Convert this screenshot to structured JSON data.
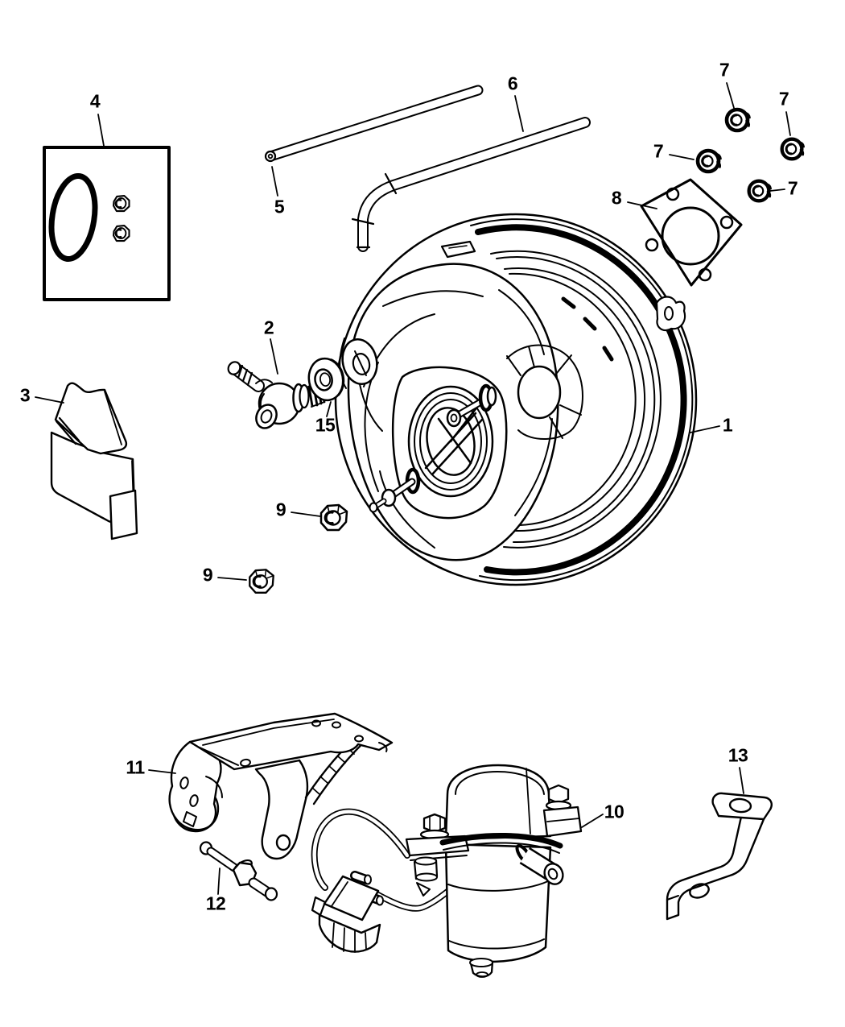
{
  "figure": {
    "type": "exploded-parts-diagram",
    "background_color": "#ffffff",
    "line_color": "#000000",
    "callouts": [
      {
        "text": "4"
      },
      {
        "text": "5"
      },
      {
        "text": "6"
      },
      {
        "text": "7"
      },
      {
        "text": "7"
      },
      {
        "text": "7"
      },
      {
        "text": "7"
      },
      {
        "text": "8"
      },
      {
        "text": "1"
      },
      {
        "text": "2"
      },
      {
        "text": "15"
      },
      {
        "text": "3"
      },
      {
        "text": "9"
      },
      {
        "text": "9"
      },
      {
        "text": "11"
      },
      {
        "text": "12"
      },
      {
        "text": "10"
      },
      {
        "text": "13"
      }
    ]
  }
}
